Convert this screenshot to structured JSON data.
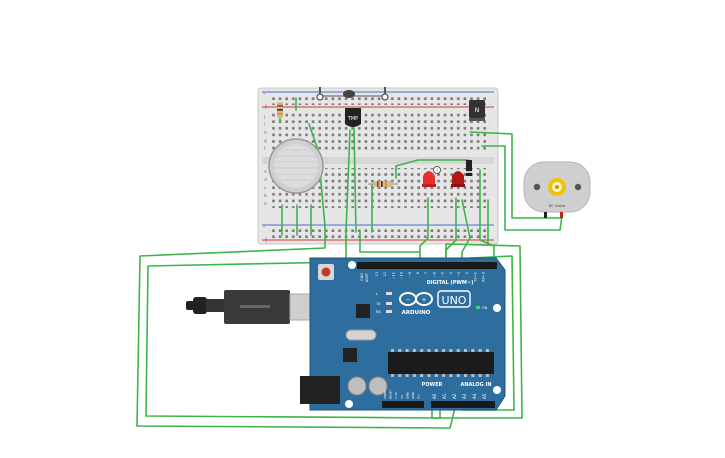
{
  "colors": {
    "wire": "#3cb54a",
    "breadboard": "#e9e9e9",
    "board": "#2d6e9e",
    "led_red": "#e53030",
    "motor_body": "#d3d3d3",
    "gear": "#f2c200"
  },
  "breadboard": {
    "rail_plus": "+",
    "rail_minus": "-",
    "row_letters_top": [
      "j",
      "i",
      "h",
      "g",
      "f"
    ],
    "row_letters_bottom": [
      "e",
      "d",
      "c",
      "b",
      "a"
    ]
  },
  "components": {
    "temp_sensor_label": "TMP",
    "transistor_label": "N",
    "motor_label": "DC motor"
  },
  "arduino": {
    "brand": "ARDUINO",
    "model": "UNO",
    "digital_label": "DIGITAL (PWM~)",
    "power_label": "POWER",
    "analog_label": "ANALOG IN",
    "on_label": "ON",
    "tx_label": "TX",
    "rx_label": "RX",
    "l_label": "L",
    "aref_label": "AREF",
    "gnd_label": "GND",
    "digital_pins": [
      "13",
      "12",
      "~11",
      "~10",
      "~9",
      "8",
      "7",
      "~6",
      "~5",
      "4",
      "~3",
      "2",
      "TX→1",
      "RX←0"
    ],
    "power_pins": [
      "IOREF",
      "RESET",
      "3.3V",
      "5V",
      "GND",
      "GND",
      "Vin"
    ],
    "analog_pins": [
      "A0",
      "A1",
      "A2",
      "A3",
      "A4",
      "A5"
    ]
  }
}
